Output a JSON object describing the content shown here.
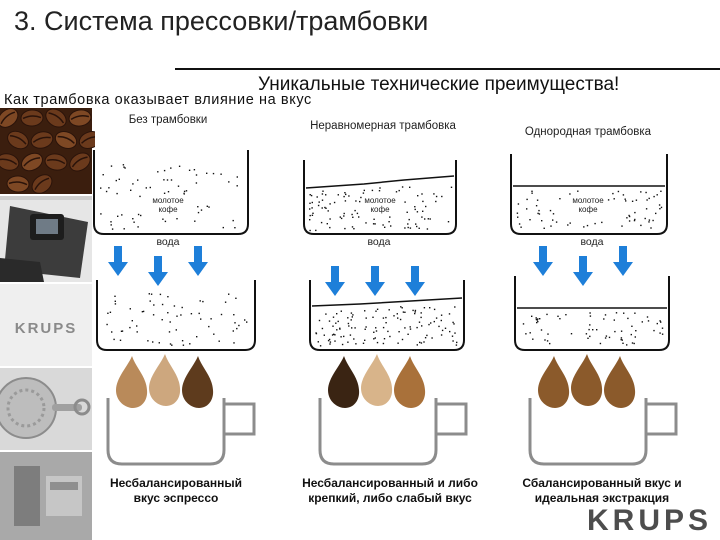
{
  "slide": {
    "title": "3. Система прессовки/трамбовки",
    "subtitle": "Уникальные технические преимущества!",
    "section_heading": "Как трамбовка оказывает влияние на вкус"
  },
  "sidebar": {
    "brand_text": "KRUPS"
  },
  "columns": [
    {
      "label": "Без трамбовки",
      "coffee_label_line1": "молотое",
      "coffee_label_line2": "кофе",
      "water_label": "вода",
      "caption_line1": "Несбалансированный",
      "caption_line2": "вкус эспрессо",
      "drop_colors": [
        "#b98a5a",
        "#cda77e",
        "#5e3b1d"
      ]
    },
    {
      "label": "Неравномерная трамбовка",
      "coffee_label_line1": "молотое",
      "coffee_label_line2": "кофе",
      "water_label": "вода",
      "caption_line1": "Несбалансированный и либо",
      "caption_line2": "крепкий, либо слабый вкус",
      "drop_colors": [
        "#3a2413",
        "#d8b48a",
        "#a9713a"
      ]
    },
    {
      "label": "Однородная трамбовка",
      "coffee_label_line1": "молотое",
      "coffee_label_line2": "кофе",
      "water_label": "вода",
      "caption_line1": "Сбалансированный вкус и",
      "caption_line2": "идеальная экстракция",
      "drop_colors": [
        "#8b5a2b",
        "#8b5a2b",
        "#8b5a2b"
      ]
    }
  ],
  "footer": {
    "logo_text": "KRUPS"
  },
  "colors": {
    "arrow": "#1e7fd9",
    "accent_text": "#111111"
  }
}
